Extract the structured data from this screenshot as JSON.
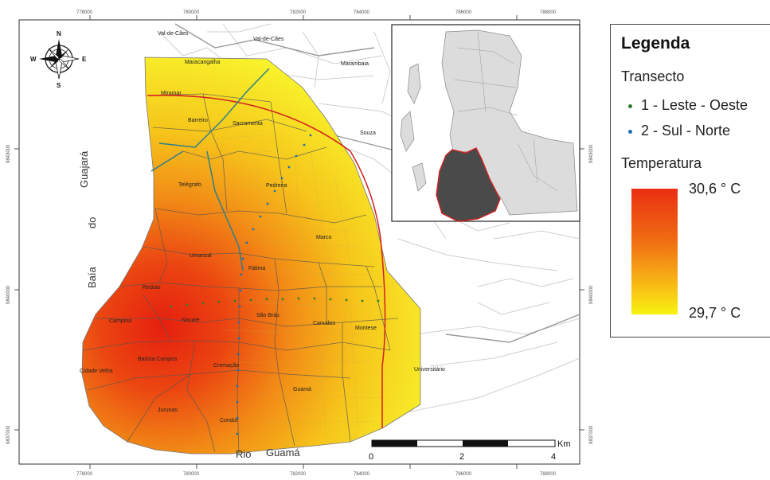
{
  "coords": {
    "x_ticks": [
      "778000",
      "780000",
      "782000",
      "784000",
      "786000",
      "788000"
    ],
    "y_ticks": [
      "9843000",
      "9840000",
      "9837000"
    ]
  },
  "compass": {
    "north": "N",
    "south": "S",
    "east": "E",
    "west": "W"
  },
  "water_labels": {
    "baia": "Baía",
    "do": "do",
    "guajara": "Guajará",
    "rio": "Rio",
    "guama": "Guamá"
  },
  "neighborhoods": {
    "val_de_caes_1": "Val-de-Cães",
    "val_de_caes_2": "Val-de-Cães",
    "maracangalha": "Maracangalha",
    "marambaia": "Marambaia",
    "miramar": "Miramar",
    "barreiro": "Barreiro",
    "sacramenta": "Sacramenta",
    "souza": "Souza",
    "telegrafo": "Telégrafo",
    "pedreira": "Pedreira",
    "umarizal": "Umarizal",
    "marco": "Marco",
    "fatima": "Fátima",
    "reduto": "Reduto",
    "campina": "Campina",
    "nazare": "Nazaré",
    "sao_bras": "São Brás",
    "canudos": "Canudos",
    "montese": "Montese",
    "cidade_velha": "Cidade Velha",
    "batista_campos": "Batista Campos",
    "cremacao": "Cremação",
    "universitario": "Universitário",
    "jurunas": "Jurunas",
    "guama": "Guamá",
    "condor": "Condor"
  },
  "scale_bar": {
    "ticks": [
      "0",
      "2",
      "4"
    ],
    "unit": "Km"
  },
  "legend": {
    "title": "Legenda",
    "transect_heading": "Transecto",
    "transects": [
      {
        "label": "1 - Leste - Oeste",
        "color": "#2e7d32"
      },
      {
        "label": "2 - Sul - Norte",
        "color": "#1e6fb0"
      }
    ],
    "temperature_heading": "Temperatura",
    "temp_max": "30,6 ° C",
    "temp_min": "29,7 ° C"
  },
  "colors": {
    "hot": "#e8260f",
    "warm": "#f28a14",
    "cool": "#f8f20f",
    "boundary_red": "#d42020",
    "channel": "#2d7f8a",
    "inset_dark": "#4a4a4a",
    "inset_land": "#dcdcdc"
  }
}
